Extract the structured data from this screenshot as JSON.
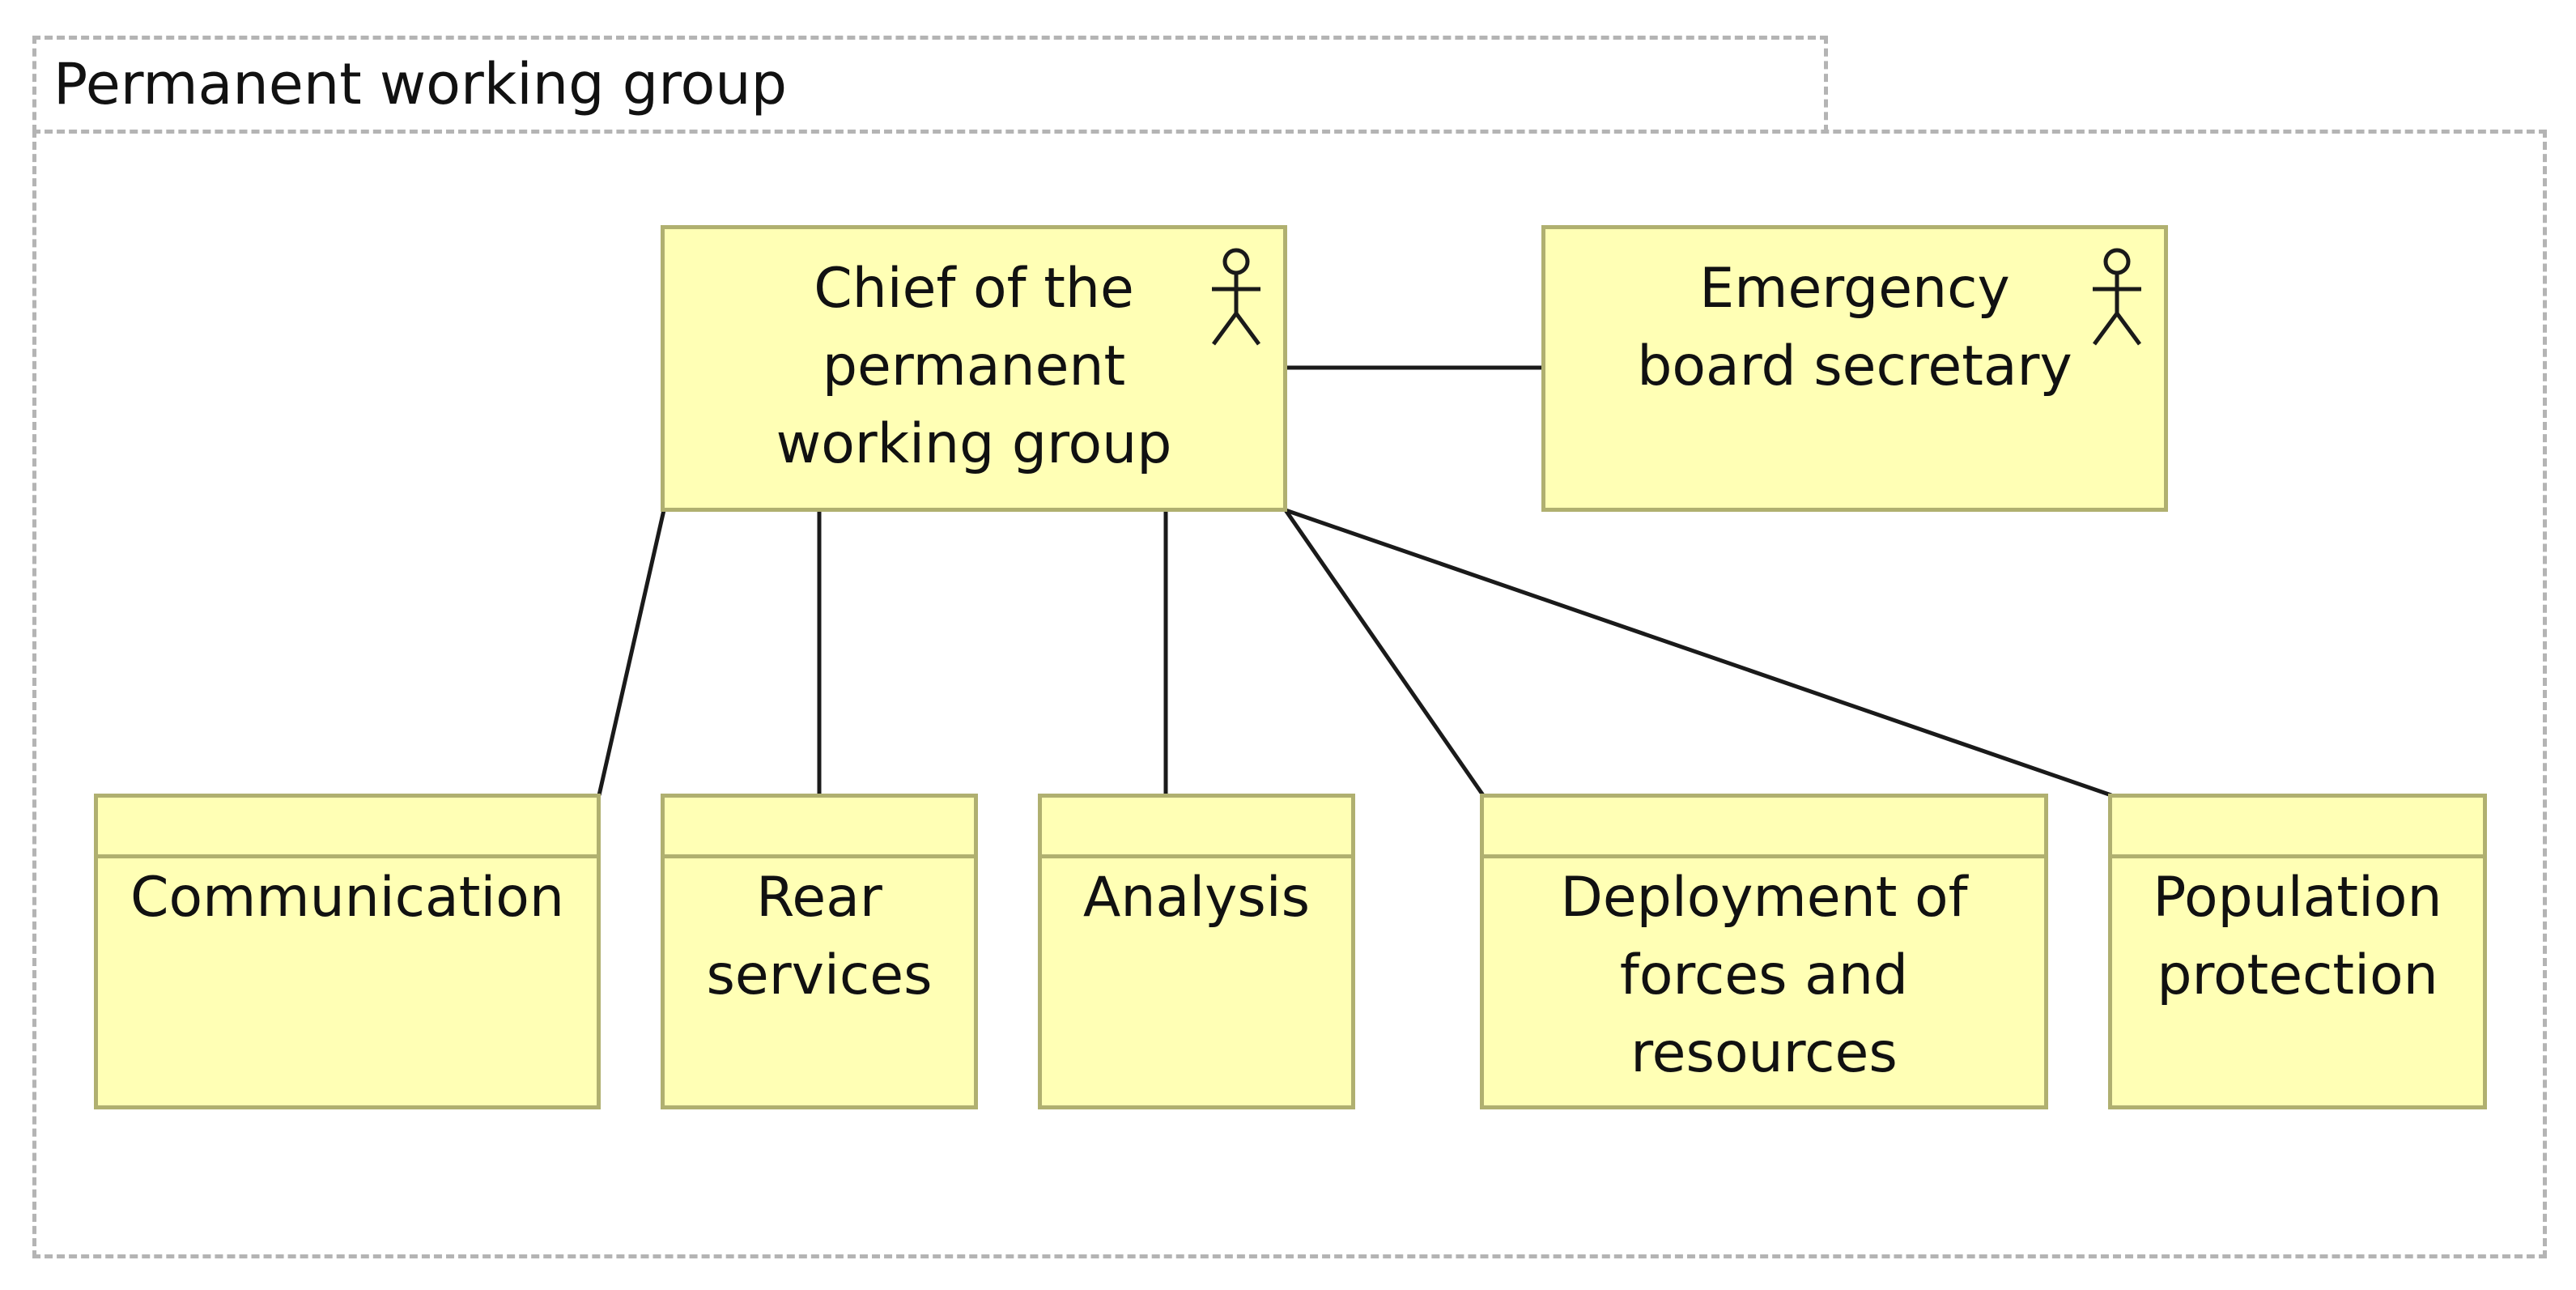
{
  "group": {
    "label": "Permanent working group"
  },
  "actors": [
    {
      "id": "chief",
      "label": "Chief of the\npermanent\nworking group",
      "icon": "actor-stick-figure-icon"
    },
    {
      "id": "secretary",
      "label": "Emergency\nboard secretary",
      "icon": "actor-stick-figure-icon"
    }
  ],
  "roles": [
    {
      "id": "communication",
      "label": "Communication"
    },
    {
      "id": "rear",
      "label": "Rear\nservices"
    },
    {
      "id": "analysis",
      "label": "Analysis"
    },
    {
      "id": "deployment",
      "label": "Deployment of\nforces and\nresources"
    },
    {
      "id": "population",
      "label": "Population\nprotection"
    }
  ],
  "connections": [
    {
      "from": "chief",
      "to": "secretary"
    },
    {
      "from": "chief",
      "to": "communication"
    },
    {
      "from": "chief",
      "to": "rear"
    },
    {
      "from": "chief",
      "to": "analysis"
    },
    {
      "from": "chief",
      "to": "deployment"
    },
    {
      "from": "chief",
      "to": "population"
    }
  ],
  "colors": {
    "node_fill": "#ffffb5",
    "node_border": "#b0b070",
    "group_border": "#b4b4b4",
    "line": "#1a1a1a"
  }
}
